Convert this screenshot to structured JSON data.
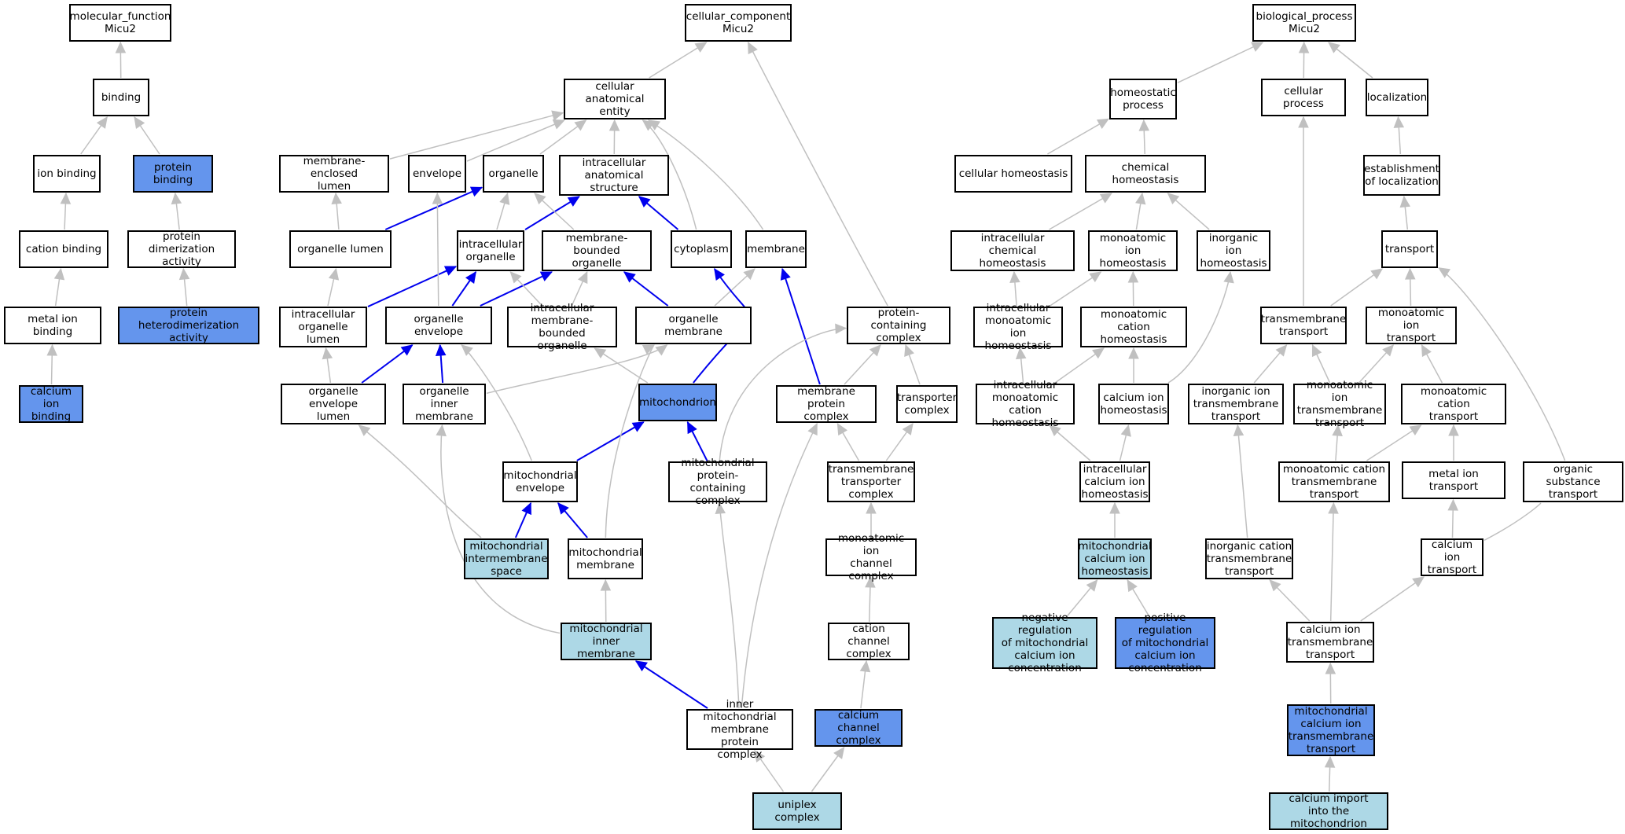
{
  "nodes": [
    {
      "id": "mf",
      "label": "molecular_function\nMicu2",
      "fill": "white"
    },
    {
      "id": "binding",
      "label": "binding",
      "fill": "white"
    },
    {
      "id": "ion_binding",
      "label": "ion binding",
      "fill": "white"
    },
    {
      "id": "protein_binding",
      "label": "protein binding",
      "fill": "dark"
    },
    {
      "id": "cation_binding",
      "label": "cation binding",
      "fill": "white"
    },
    {
      "id": "protein_dimerization",
      "label": "protein dimerization\nactivity",
      "fill": "white"
    },
    {
      "id": "metal_ion_binding",
      "label": "metal ion binding",
      "fill": "white"
    },
    {
      "id": "protein_heterodimerization",
      "label": "protein heterodimerization\nactivity",
      "fill": "dark"
    },
    {
      "id": "calcium_ion_binding",
      "label": "calcium ion\nbinding",
      "fill": "dark"
    },
    {
      "id": "cc",
      "label": "cellular_component\nMicu2",
      "fill": "white"
    },
    {
      "id": "cae",
      "label": "cellular anatomical\nentity",
      "fill": "white"
    },
    {
      "id": "mel",
      "label": "membrane-enclosed\nlumen",
      "fill": "white"
    },
    {
      "id": "envelope",
      "label": "envelope",
      "fill": "white"
    },
    {
      "id": "organelle",
      "label": "organelle",
      "fill": "white"
    },
    {
      "id": "ias",
      "label": "intracellular\nanatomical structure",
      "fill": "white"
    },
    {
      "id": "organelle_lumen",
      "label": "organelle lumen",
      "fill": "white"
    },
    {
      "id": "intracellular_organelle",
      "label": "intracellular\norganelle",
      "fill": "white"
    },
    {
      "id": "mbo",
      "label": "membrane-bounded\norganelle",
      "fill": "white"
    },
    {
      "id": "cytoplasm",
      "label": "cytoplasm",
      "fill": "white"
    },
    {
      "id": "membrane",
      "label": "membrane",
      "fill": "white"
    },
    {
      "id": "iol",
      "label": "intracellular\norganelle lumen",
      "fill": "white"
    },
    {
      "id": "organelle_envelope",
      "label": "organelle envelope",
      "fill": "white"
    },
    {
      "id": "imbo",
      "label": "intracellular\nmembrane-bounded\norganelle",
      "fill": "white"
    },
    {
      "id": "organelle_membrane",
      "label": "organelle membrane",
      "fill": "white"
    },
    {
      "id": "pcc",
      "label": "protein-containing\ncomplex",
      "fill": "white"
    },
    {
      "id": "oel",
      "label": "organelle envelope\nlumen",
      "fill": "white"
    },
    {
      "id": "oim",
      "label": "organelle inner\nmembrane",
      "fill": "white"
    },
    {
      "id": "mitochondrion",
      "label": "mitochondrion",
      "fill": "dark"
    },
    {
      "id": "mpc",
      "label": "membrane protein\ncomplex",
      "fill": "white"
    },
    {
      "id": "transporter_complex",
      "label": "transporter\ncomplex",
      "fill": "white"
    },
    {
      "id": "mito_envelope",
      "label": "mitochondrial\nenvelope",
      "fill": "white"
    },
    {
      "id": "mito_pcc",
      "label": "mitochondrial\nprotein-containing\ncomplex",
      "fill": "white"
    },
    {
      "id": "tm_transporter_complex",
      "label": "transmembrane\ntransporter\ncomplex",
      "fill": "white"
    },
    {
      "id": "mims",
      "label": "mitochondrial\nintermembrane\nspace",
      "fill": "light"
    },
    {
      "id": "mito_membrane",
      "label": "mitochondrial\nmembrane",
      "fill": "white"
    },
    {
      "id": "maicc",
      "label": "monoatomic ion\nchannel complex",
      "fill": "white"
    },
    {
      "id": "mim",
      "label": "mitochondrial\ninner membrane",
      "fill": "light"
    },
    {
      "id": "cation_channel_complex",
      "label": "cation channel\ncomplex",
      "fill": "white"
    },
    {
      "id": "imm_pc",
      "label": "inner mitochondrial\nmembrane protein\ncomplex",
      "fill": "white"
    },
    {
      "id": "calcium_channel_complex",
      "label": "calcium channel\ncomplex",
      "fill": "dark"
    },
    {
      "id": "uniplex",
      "label": "uniplex complex",
      "fill": "light"
    },
    {
      "id": "bp",
      "label": "biological_process\nMicu2",
      "fill": "white"
    },
    {
      "id": "homeostatic_process",
      "label": "homeostatic\nprocess",
      "fill": "white"
    },
    {
      "id": "cellular_process",
      "label": "cellular process",
      "fill": "white"
    },
    {
      "id": "localization",
      "label": "localization",
      "fill": "white"
    },
    {
      "id": "cellular_homeostasis",
      "label": "cellular homeostasis",
      "fill": "white"
    },
    {
      "id": "chemical_homeostasis",
      "label": "chemical homeostasis",
      "fill": "white"
    },
    {
      "id": "establishment_localization",
      "label": "establishment\nof localization",
      "fill": "white"
    },
    {
      "id": "icheh",
      "label": "intracellular\nchemical homeostasis",
      "fill": "white"
    },
    {
      "id": "maih",
      "label": "monoatomic ion\nhomeostasis",
      "fill": "white"
    },
    {
      "id": "iih",
      "label": "inorganic ion\nhomeostasis",
      "fill": "white"
    },
    {
      "id": "transport",
      "label": "transport",
      "fill": "white"
    },
    {
      "id": "imaih",
      "label": "intracellular\nmonoatomic ion\nhomeostasis",
      "fill": "white"
    },
    {
      "id": "mach",
      "label": "monoatomic cation\nhomeostasis",
      "fill": "white"
    },
    {
      "id": "tm_transport",
      "label": "transmembrane\ntransport",
      "fill": "white"
    },
    {
      "id": "mai_transport",
      "label": "monoatomic ion\ntransport",
      "fill": "white"
    },
    {
      "id": "imach",
      "label": "intracellular\nmonoatomic cation\nhomeostasis",
      "fill": "white"
    },
    {
      "id": "cih",
      "label": "calcium ion\nhomeostasis",
      "fill": "white"
    },
    {
      "id": "iitt",
      "label": "inorganic ion\ntransmembrane\ntransport",
      "fill": "white"
    },
    {
      "id": "maitt",
      "label": "monoatomic ion\ntransmembrane\ntransport",
      "fill": "white"
    },
    {
      "id": "mac_transport",
      "label": "monoatomic cation\ntransport",
      "fill": "white"
    },
    {
      "id": "icih",
      "label": "intracellular\ncalcium ion\nhomeostasis",
      "fill": "white"
    },
    {
      "id": "mactt",
      "label": "monoatomic cation\ntransmembrane\ntransport",
      "fill": "white"
    },
    {
      "id": "metal_ion_transport",
      "label": "metal ion transport",
      "fill": "white"
    },
    {
      "id": "organic_substance_transport",
      "label": "organic substance\ntransport",
      "fill": "white"
    },
    {
      "id": "mcih",
      "label": "mitochondrial\ncalcium ion\nhomeostasis",
      "fill": "light"
    },
    {
      "id": "ictt",
      "label": "inorganic cation\ntransmembrane\ntransport",
      "fill": "white"
    },
    {
      "id": "calcium_ion_transport",
      "label": "calcium ion\ntransport",
      "fill": "white"
    },
    {
      "id": "neg_reg",
      "label": "negative regulation\nof mitochondrial\ncalcium ion\nconcentration",
      "fill": "light"
    },
    {
      "id": "pos_reg",
      "label": "positive regulation\nof mitochondrial\ncalcium ion\nconcentration",
      "fill": "dark"
    },
    {
      "id": "citt",
      "label": "calcium ion\ntransmembrane\ntransport",
      "fill": "white"
    },
    {
      "id": "mcitt",
      "label": "mitochondrial\ncalcium ion\ntransmembrane\ntransport",
      "fill": "dark"
    },
    {
      "id": "calcium_import",
      "label": "calcium import\ninto the mitochondrion",
      "fill": "light"
    }
  ],
  "edges": [
    {
      "from": "binding",
      "to": "mf",
      "kind": "gray"
    },
    {
      "from": "ion_binding",
      "to": "binding",
      "kind": "gray"
    },
    {
      "from": "protein_binding",
      "to": "binding",
      "kind": "gray"
    },
    {
      "from": "cation_binding",
      "to": "ion_binding",
      "kind": "gray"
    },
    {
      "from": "protein_dimerization",
      "to": "protein_binding",
      "kind": "gray"
    },
    {
      "from": "metal_ion_binding",
      "to": "cation_binding",
      "kind": "gray"
    },
    {
      "from": "protein_heterodimerization",
      "to": "protein_dimerization",
      "kind": "gray"
    },
    {
      "from": "calcium_ion_binding",
      "to": "metal_ion_binding",
      "kind": "gray"
    },
    {
      "from": "cae",
      "to": "cc",
      "kind": "gray"
    },
    {
      "from": "pcc",
      "to": "cc",
      "kind": "gray"
    },
    {
      "from": "mel",
      "to": "cae",
      "kind": "gray"
    },
    {
      "from": "envelope",
      "to": "cae",
      "kind": "gray"
    },
    {
      "from": "organelle",
      "to": "cae",
      "kind": "gray"
    },
    {
      "from": "ias",
      "to": "cae",
      "kind": "gray"
    },
    {
      "from": "cytoplasm",
      "to": "cae",
      "kind": "gray"
    },
    {
      "from": "membrane",
      "to": "cae",
      "kind": "gray"
    },
    {
      "from": "organelle_lumen",
      "to": "mel",
      "kind": "gray"
    },
    {
      "from": "organelle_lumen",
      "to": "organelle",
      "kind": "blue"
    },
    {
      "from": "intracellular_organelle",
      "to": "organelle",
      "kind": "gray"
    },
    {
      "from": "intracellular_organelle",
      "to": "ias",
      "kind": "blue"
    },
    {
      "from": "mbo",
      "to": "organelle",
      "kind": "gray"
    },
    {
      "from": "cytoplasm",
      "to": "ias",
      "kind": "blue"
    },
    {
      "from": "iol",
      "to": "organelle_lumen",
      "kind": "gray"
    },
    {
      "from": "iol",
      "to": "intracellular_organelle",
      "kind": "blue"
    },
    {
      "from": "organelle_envelope",
      "to": "envelope",
      "kind": "gray"
    },
    {
      "from": "organelle_envelope",
      "to": "intracellular_organelle",
      "kind": "blue"
    },
    {
      "from": "organelle_envelope",
      "to": "mbo",
      "kind": "blue"
    },
    {
      "from": "imbo",
      "to": "intracellular_organelle",
      "kind": "gray"
    },
    {
      "from": "imbo",
      "to": "mbo",
      "kind": "gray"
    },
    {
      "from": "organelle_membrane",
      "to": "mbo",
      "kind": "blue"
    },
    {
      "from": "organelle_membrane",
      "to": "membrane",
      "kind": "gray"
    },
    {
      "from": "oel",
      "to": "iol",
      "kind": "gray"
    },
    {
      "from": "oel",
      "to": "organelle_envelope",
      "kind": "blue"
    },
    {
      "from": "oim",
      "to": "organelle_envelope",
      "kind": "blue"
    },
    {
      "from": "oim",
      "to": "organelle_membrane",
      "kind": "gray"
    },
    {
      "from": "mitochondrion",
      "to": "imbo",
      "kind": "gray"
    },
    {
      "from": "mitochondrion",
      "to": "cytoplasm",
      "kind": "blue"
    },
    {
      "from": "mpc",
      "to": "pcc",
      "kind": "gray"
    },
    {
      "from": "mpc",
      "to": "membrane",
      "kind": "blue"
    },
    {
      "from": "transporter_complex",
      "to": "pcc",
      "kind": "gray"
    },
    {
      "from": "mito_envelope",
      "to": "organelle_envelope",
      "kind": "gray"
    },
    {
      "from": "mito_envelope",
      "to": "mitochondrion",
      "kind": "blue"
    },
    {
      "from": "mito_pcc",
      "to": "mitochondrion",
      "kind": "blue"
    },
    {
      "from": "mito_pcc",
      "to": "pcc",
      "kind": "gray"
    },
    {
      "from": "tm_transporter_complex",
      "to": "mpc",
      "kind": "gray"
    },
    {
      "from": "tm_transporter_complex",
      "to": "transporter_complex",
      "kind": "gray"
    },
    {
      "from": "mims",
      "to": "oel",
      "kind": "gray"
    },
    {
      "from": "mims",
      "to": "mito_envelope",
      "kind": "blue"
    },
    {
      "from": "mito_membrane",
      "to": "mito_envelope",
      "kind": "blue"
    },
    {
      "from": "mito_membrane",
      "to": "organelle_membrane",
      "kind": "gray"
    },
    {
      "from": "maicc",
      "to": "tm_transporter_complex",
      "kind": "gray"
    },
    {
      "from": "mim",
      "to": "mito_membrane",
      "kind": "gray"
    },
    {
      "from": "mim",
      "to": "oim",
      "kind": "gray"
    },
    {
      "from": "cation_channel_complex",
      "to": "maicc",
      "kind": "gray"
    },
    {
      "from": "imm_pc",
      "to": "mim",
      "kind": "blue"
    },
    {
      "from": "imm_pc",
      "to": "mito_pcc",
      "kind": "gray"
    },
    {
      "from": "imm_pc",
      "to": "mpc",
      "kind": "gray"
    },
    {
      "from": "calcium_channel_complex",
      "to": "cation_channel_complex",
      "kind": "gray"
    },
    {
      "from": "uniplex",
      "to": "imm_pc",
      "kind": "gray"
    },
    {
      "from": "uniplex",
      "to": "calcium_channel_complex",
      "kind": "gray"
    },
    {
      "from": "homeostatic_process",
      "to": "bp",
      "kind": "gray"
    },
    {
      "from": "cellular_process",
      "to": "bp",
      "kind": "gray"
    },
    {
      "from": "localization",
      "to": "bp",
      "kind": "gray"
    },
    {
      "from": "cellular_homeostasis",
      "to": "homeostatic_process",
      "kind": "gray"
    },
    {
      "from": "chemical_homeostasis",
      "to": "homeostatic_process",
      "kind": "gray"
    },
    {
      "from": "establishment_localization",
      "to": "localization",
      "kind": "gray"
    },
    {
      "from": "icheh",
      "to": "chemical_homeostasis",
      "kind": "gray"
    },
    {
      "from": "maih",
      "to": "chemical_homeostasis",
      "kind": "gray"
    },
    {
      "from": "iih",
      "to": "chemical_homeostasis",
      "kind": "gray"
    },
    {
      "from": "transport",
      "to": "establishment_localization",
      "kind": "gray"
    },
    {
      "from": "imaih",
      "to": "icheh",
      "kind": "gray"
    },
    {
      "from": "imaih",
      "to": "maih",
      "kind": "gray"
    },
    {
      "from": "mach",
      "to": "maih",
      "kind": "gray"
    },
    {
      "from": "tm_transport",
      "to": "cellular_process",
      "kind": "gray"
    },
    {
      "from": "tm_transport",
      "to": "transport",
      "kind": "gray"
    },
    {
      "from": "mai_transport",
      "to": "transport",
      "kind": "gray"
    },
    {
      "from": "imach",
      "to": "imaih",
      "kind": "gray"
    },
    {
      "from": "imach",
      "to": "mach",
      "kind": "gray"
    },
    {
      "from": "cih",
      "to": "mach",
      "kind": "gray"
    },
    {
      "from": "cih",
      "to": "iih",
      "kind": "gray"
    },
    {
      "from": "iitt",
      "to": "tm_transport",
      "kind": "gray"
    },
    {
      "from": "maitt",
      "to": "tm_transport",
      "kind": "gray"
    },
    {
      "from": "maitt",
      "to": "mai_transport",
      "kind": "gray"
    },
    {
      "from": "mac_transport",
      "to": "mai_transport",
      "kind": "gray"
    },
    {
      "from": "icih",
      "to": "imach",
      "kind": "gray"
    },
    {
      "from": "icih",
      "to": "cih",
      "kind": "gray"
    },
    {
      "from": "mactt",
      "to": "maitt",
      "kind": "gray"
    },
    {
      "from": "mactt",
      "to": "mac_transport",
      "kind": "gray"
    },
    {
      "from": "metal_ion_transport",
      "to": "mac_transport",
      "kind": "gray"
    },
    {
      "from": "organic_substance_transport",
      "to": "transport",
      "kind": "gray"
    },
    {
      "from": "mcih",
      "to": "icih",
      "kind": "gray"
    },
    {
      "from": "ictt",
      "to": "iitt",
      "kind": "gray"
    },
    {
      "from": "calcium_ion_transport",
      "to": "metal_ion_transport",
      "kind": "gray"
    },
    {
      "from": "calcium_ion_transport",
      "to": "organic_substance_transport",
      "kind": "gray"
    },
    {
      "from": "neg_reg",
      "to": "mcih",
      "kind": "gray"
    },
    {
      "from": "pos_reg",
      "to": "mcih",
      "kind": "gray"
    },
    {
      "from": "citt",
      "to": "ictt",
      "kind": "gray"
    },
    {
      "from": "citt",
      "to": "mactt",
      "kind": "gray"
    },
    {
      "from": "citt",
      "to": "calcium_ion_transport",
      "kind": "gray"
    },
    {
      "from": "mcitt",
      "to": "citt",
      "kind": "gray"
    },
    {
      "from": "calcium_import",
      "to": "mcitt",
      "kind": "gray"
    }
  ],
  "colors": {
    "dark_fill": "#6495ed",
    "light_fill": "#add8e6",
    "gray_edge": "#c0c0c0",
    "blue_edge": "#0000ee"
  }
}
